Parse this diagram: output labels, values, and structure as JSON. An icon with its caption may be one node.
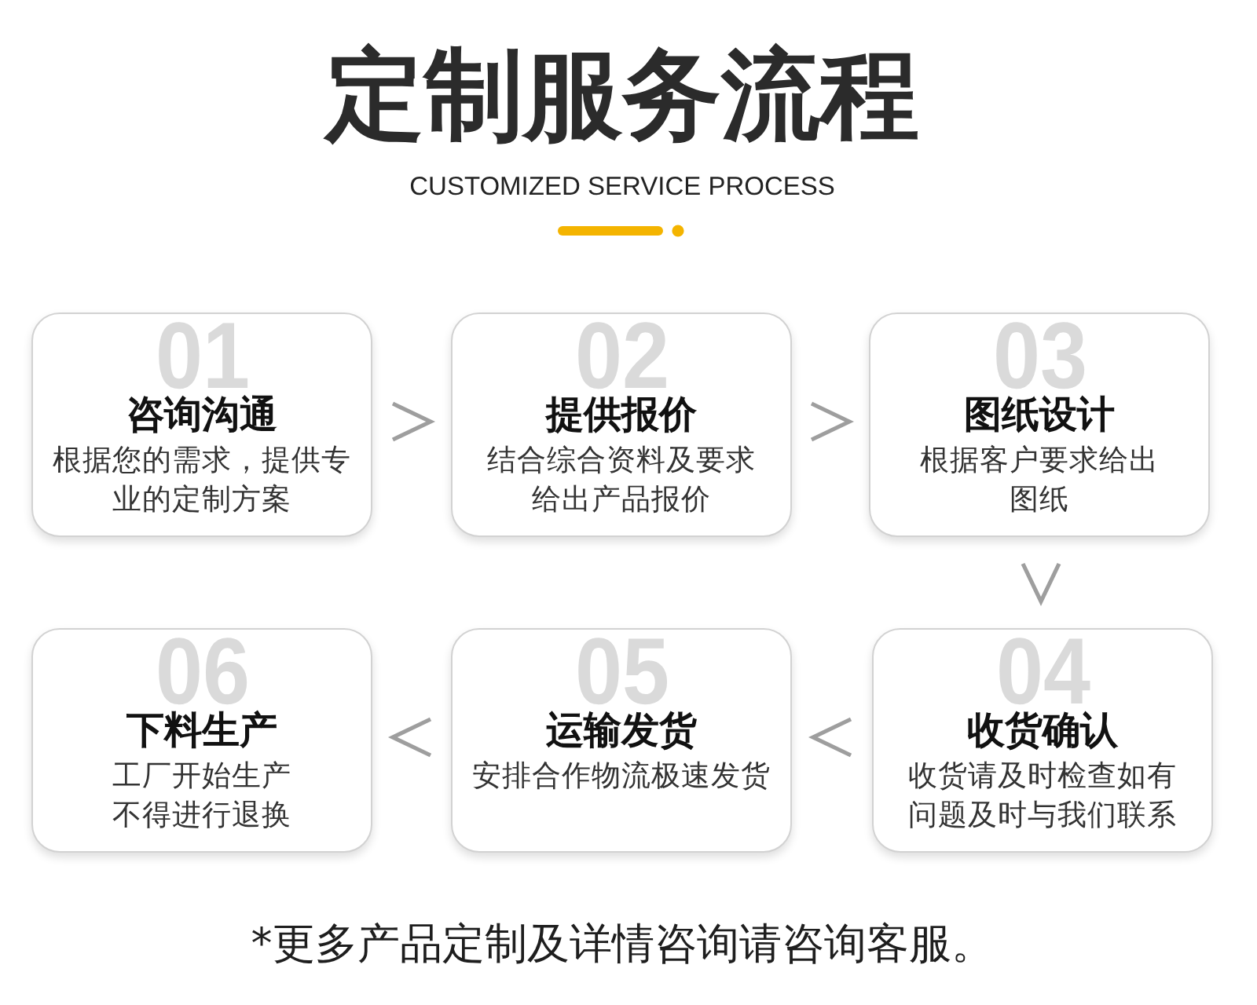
{
  "diagram": {
    "title": "定制服务流程",
    "nodes": [
      {
        "text": [
          "01",
          "咨询沟通",
          "根据您的需求，提供专业的定制方案"
        ]
      },
      {
        "text": [
          "02",
          "提供报价",
          "结合综合资料及要求给出产品报价"
        ]
      },
      {
        "text": [
          "03",
          "图纸设计",
          "根据客户要求给出图纸"
        ]
      },
      {
        "text": [
          "04",
          "收货确认",
          "收货请及时检查如有问题及时与我们联系"
        ]
      },
      {
        "text": [
          "05",
          "运输发货",
          "安排合作物流极速发货"
        ]
      },
      {
        "text": [
          "06",
          "下料生产",
          "工厂开始生产不得进行退换"
        ]
      }
    ],
    "edges": [
      {
        "from": 0,
        "to": 1,
        "arrow": "to"
      },
      {
        "from": 1,
        "to": 2,
        "arrow": "to"
      },
      {
        "from": 2,
        "to": 3,
        "arrow": "to"
      },
      {
        "from": 3,
        "to": 4,
        "arrow": "to"
      },
      {
        "from": 4,
        "to": 5,
        "arrow": "to"
      }
    ],
    "labels": [
      "CUSTOMIZED SERVICE PROCESS",
      "*更多产品定制及详情咨询请咨询客服。"
    ]
  }
}
